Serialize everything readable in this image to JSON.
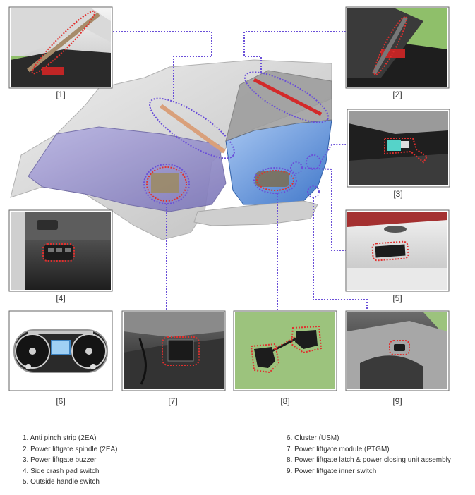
{
  "photo_labels": [
    "[1]",
    "[2]",
    "[3]",
    "[4]",
    "[5]",
    "[6]",
    "[7]",
    "[8]",
    "[9]"
  ],
  "legend": {
    "left": [
      "1. Anti pinch strip (2EA)",
      "2. Power liftgate spindle (2EA)",
      "3. Power liftgate buzzer",
      "4. Side crash pad switch",
      "5. Outside handle switch"
    ],
    "right": [
      "6. Cluster (USM)",
      "7. Power liftgate module (PTGM)",
      "8. Power liftgate latch & power closing unit assembly",
      "9. Power liftgate inner switch"
    ]
  },
  "colors": {
    "callout_line": "#6a4fd8",
    "highlight": "#e0302e",
    "body_panel": "#d5d5d5",
    "blue_panel": "#5a8fd8",
    "purple_panel": "#8d86c4"
  }
}
